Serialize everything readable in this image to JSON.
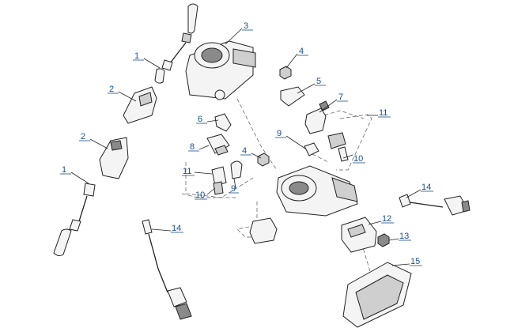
{
  "callouts": [
    {
      "id": "c1a",
      "text": "1"
    },
    {
      "id": "c1b",
      "text": "1"
    },
    {
      "id": "c2a",
      "text": "2"
    },
    {
      "id": "c2b",
      "text": "2"
    },
    {
      "id": "c3",
      "text": "3"
    },
    {
      "id": "c4a",
      "text": "4"
    },
    {
      "id": "c4b",
      "text": "4"
    },
    {
      "id": "c5",
      "text": "5"
    },
    {
      "id": "c6",
      "text": "6"
    },
    {
      "id": "c7",
      "text": "7"
    },
    {
      "id": "c8",
      "text": "8"
    },
    {
      "id": "c9a",
      "text": "9"
    },
    {
      "id": "c9b",
      "text": "9"
    },
    {
      "id": "c10a",
      "text": "10"
    },
    {
      "id": "c10b",
      "text": "10"
    },
    {
      "id": "c11a",
      "text": "11"
    },
    {
      "id": "c11b",
      "text": "11"
    },
    {
      "id": "c12",
      "text": "12"
    },
    {
      "id": "c13",
      "text": "13"
    },
    {
      "id": "c14a",
      "text": "14"
    },
    {
      "id": "c14b",
      "text": "14"
    },
    {
      "id": "c15",
      "text": "15"
    }
  ],
  "colors": {
    "label": "#1a4f8a",
    "line": "#222222",
    "background": "#ffffff"
  }
}
